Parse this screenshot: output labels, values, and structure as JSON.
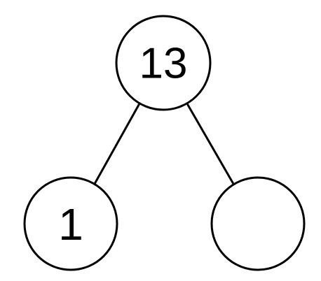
{
  "diagram": {
    "type": "number-bond",
    "whole": {
      "label": "13"
    },
    "parts": [
      {
        "label": "1"
      },
      {
        "label": ""
      }
    ],
    "colors": {
      "stroke": "#000000",
      "fill": "#ffffff",
      "text": "#000000"
    }
  }
}
